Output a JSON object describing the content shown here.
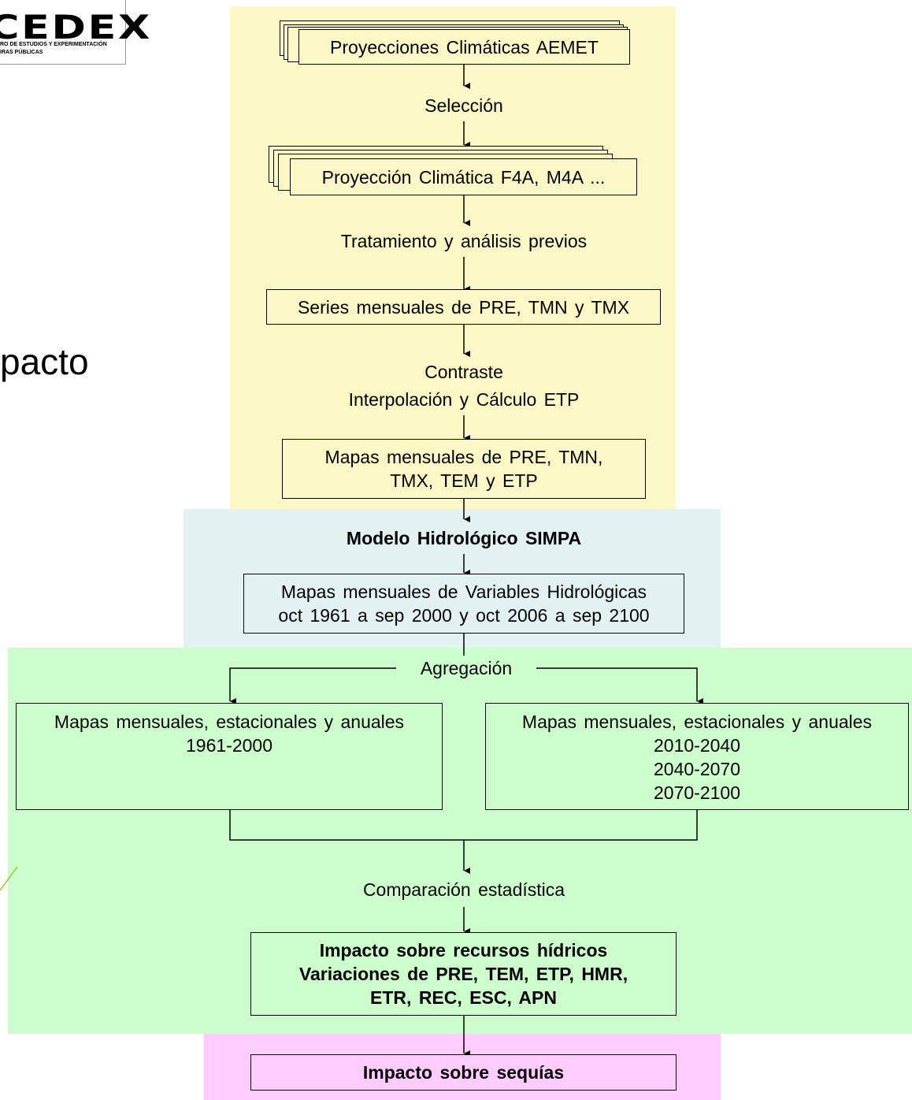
{
  "logo": {
    "text": "CEDEX",
    "subtitle_line1": "RO DE ESTUDIOS Y EXPERIMENTACIÓN",
    "subtitle_line2": "IRAS PÚBLICAS"
  },
  "side_text": "pacto",
  "colors": {
    "yellow_section": "#fbf8c6",
    "blue_section": "#e2f2f2",
    "green_section": "#ccffcc",
    "pink_section": "#ffccff"
  },
  "flow": {
    "proyecciones_aemet": "Proyecciones Climáticas AEMET",
    "seleccion": "Selección",
    "proyeccion_f4a": "Proyección Climática F4A, M4A ...",
    "tratamiento": "Tratamiento y análisis previos",
    "series_mensuales": "Series mensuales de PRE, TMN y TMX",
    "contraste": "Contraste",
    "interpolacion": "Interpolación y Cálculo ETP",
    "mapas_pre_line1": "Mapas mensuales de PRE, TMN,",
    "mapas_pre_line2": "TMX, TEM y ETP",
    "modelo_simpa": "Modelo Hidrológico SIMPA",
    "mapas_hidro_line1": "Mapas mensuales de Variables Hidrológicas",
    "mapas_hidro_line2": "oct 1961 a sep 2000 y oct 2006 a sep 2100",
    "agregacion": "Agregación",
    "left_box_line1": "Mapas mensuales, estacionales y anuales",
    "left_box_line2": "1961-2000",
    "right_box_line1": "Mapas mensuales, estacionales y anuales",
    "right_box_line2": "2010-2040",
    "right_box_line3": "2040-2070",
    "right_box_line4": "2070-2100",
    "comparacion": "Comparación estadística",
    "impacto_line1": "Impacto sobre recursos hídricos",
    "impacto_line2": "Variaciones de PRE, TEM, ETP, HMR,",
    "impacto_line3": "ETR, REC, ESC, APN",
    "sequias": "Impacto sobre sequías"
  }
}
